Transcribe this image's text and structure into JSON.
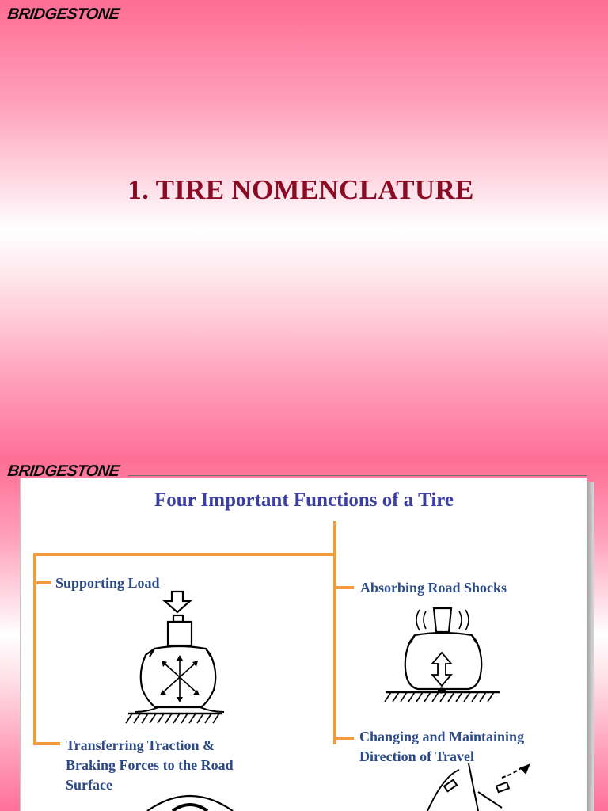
{
  "brand": {
    "logo_text": "BRIDGESTONE"
  },
  "slide1": {
    "title": "1. TIRE NOMENCLATURE"
  },
  "slide2": {
    "title": "Four Important Functions of a Tire",
    "functions": [
      {
        "label": "Supporting Load"
      },
      {
        "label": "Absorbing Road Shocks"
      },
      {
        "label_lines": [
          "Transferring Traction &",
          "Braking Forces to the Road",
          "Surface"
        ]
      },
      {
        "label_lines": [
          "Changing and Maintaining",
          "Direction of Travel"
        ]
      }
    ]
  },
  "colors": {
    "title_red": "#8a0c24",
    "heading_blue": "#3b3fa3",
    "label_blue": "#2c4a88",
    "connector_orange": "#f39a3a",
    "background_pink": "#ff6d93"
  }
}
